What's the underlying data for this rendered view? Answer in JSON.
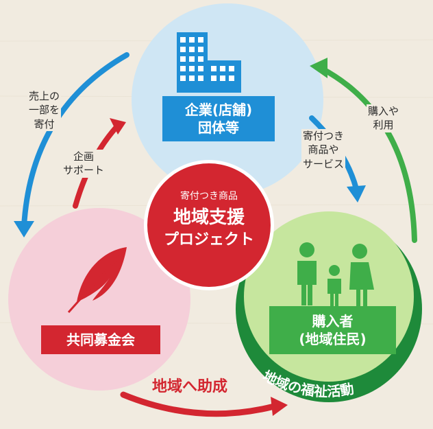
{
  "center": {
    "subtitle": "寄付つき商品",
    "title_line1": "地域支援",
    "title_line2": "プロジェクト"
  },
  "nodes": {
    "company": {
      "line1": "企業(店舗)",
      "line2": "団体等"
    },
    "fund": {
      "label": "共同募金会"
    },
    "buyer": {
      "line1": "購入者",
      "line2": "(地域住民)"
    }
  },
  "ribbon": {
    "label": "地域の福祉活動"
  },
  "arrows": {
    "donate_sales": {
      "line1": "売上の",
      "line2": "一部を",
      "line3": "寄付"
    },
    "planning": {
      "line1": "企画",
      "line2": "サポート"
    },
    "donation_goods": {
      "line1": "寄付つき",
      "line2": "商品や",
      "line3": "サービス"
    },
    "purchase": {
      "line1": "購入や",
      "line2": "利用"
    },
    "grant": {
      "label": "地域へ助成"
    }
  },
  "colors": {
    "blue": "#1f8fd6",
    "red": "#d32630",
    "green": "#3fae49",
    "dark_green": "#1e8a3a",
    "circle_blue": "#cfe6f4",
    "circle_pink": "#f5cfd9",
    "circle_green": "#c6e69e"
  },
  "icons": [
    "building-icon",
    "feather-icon",
    "family-icon"
  ]
}
